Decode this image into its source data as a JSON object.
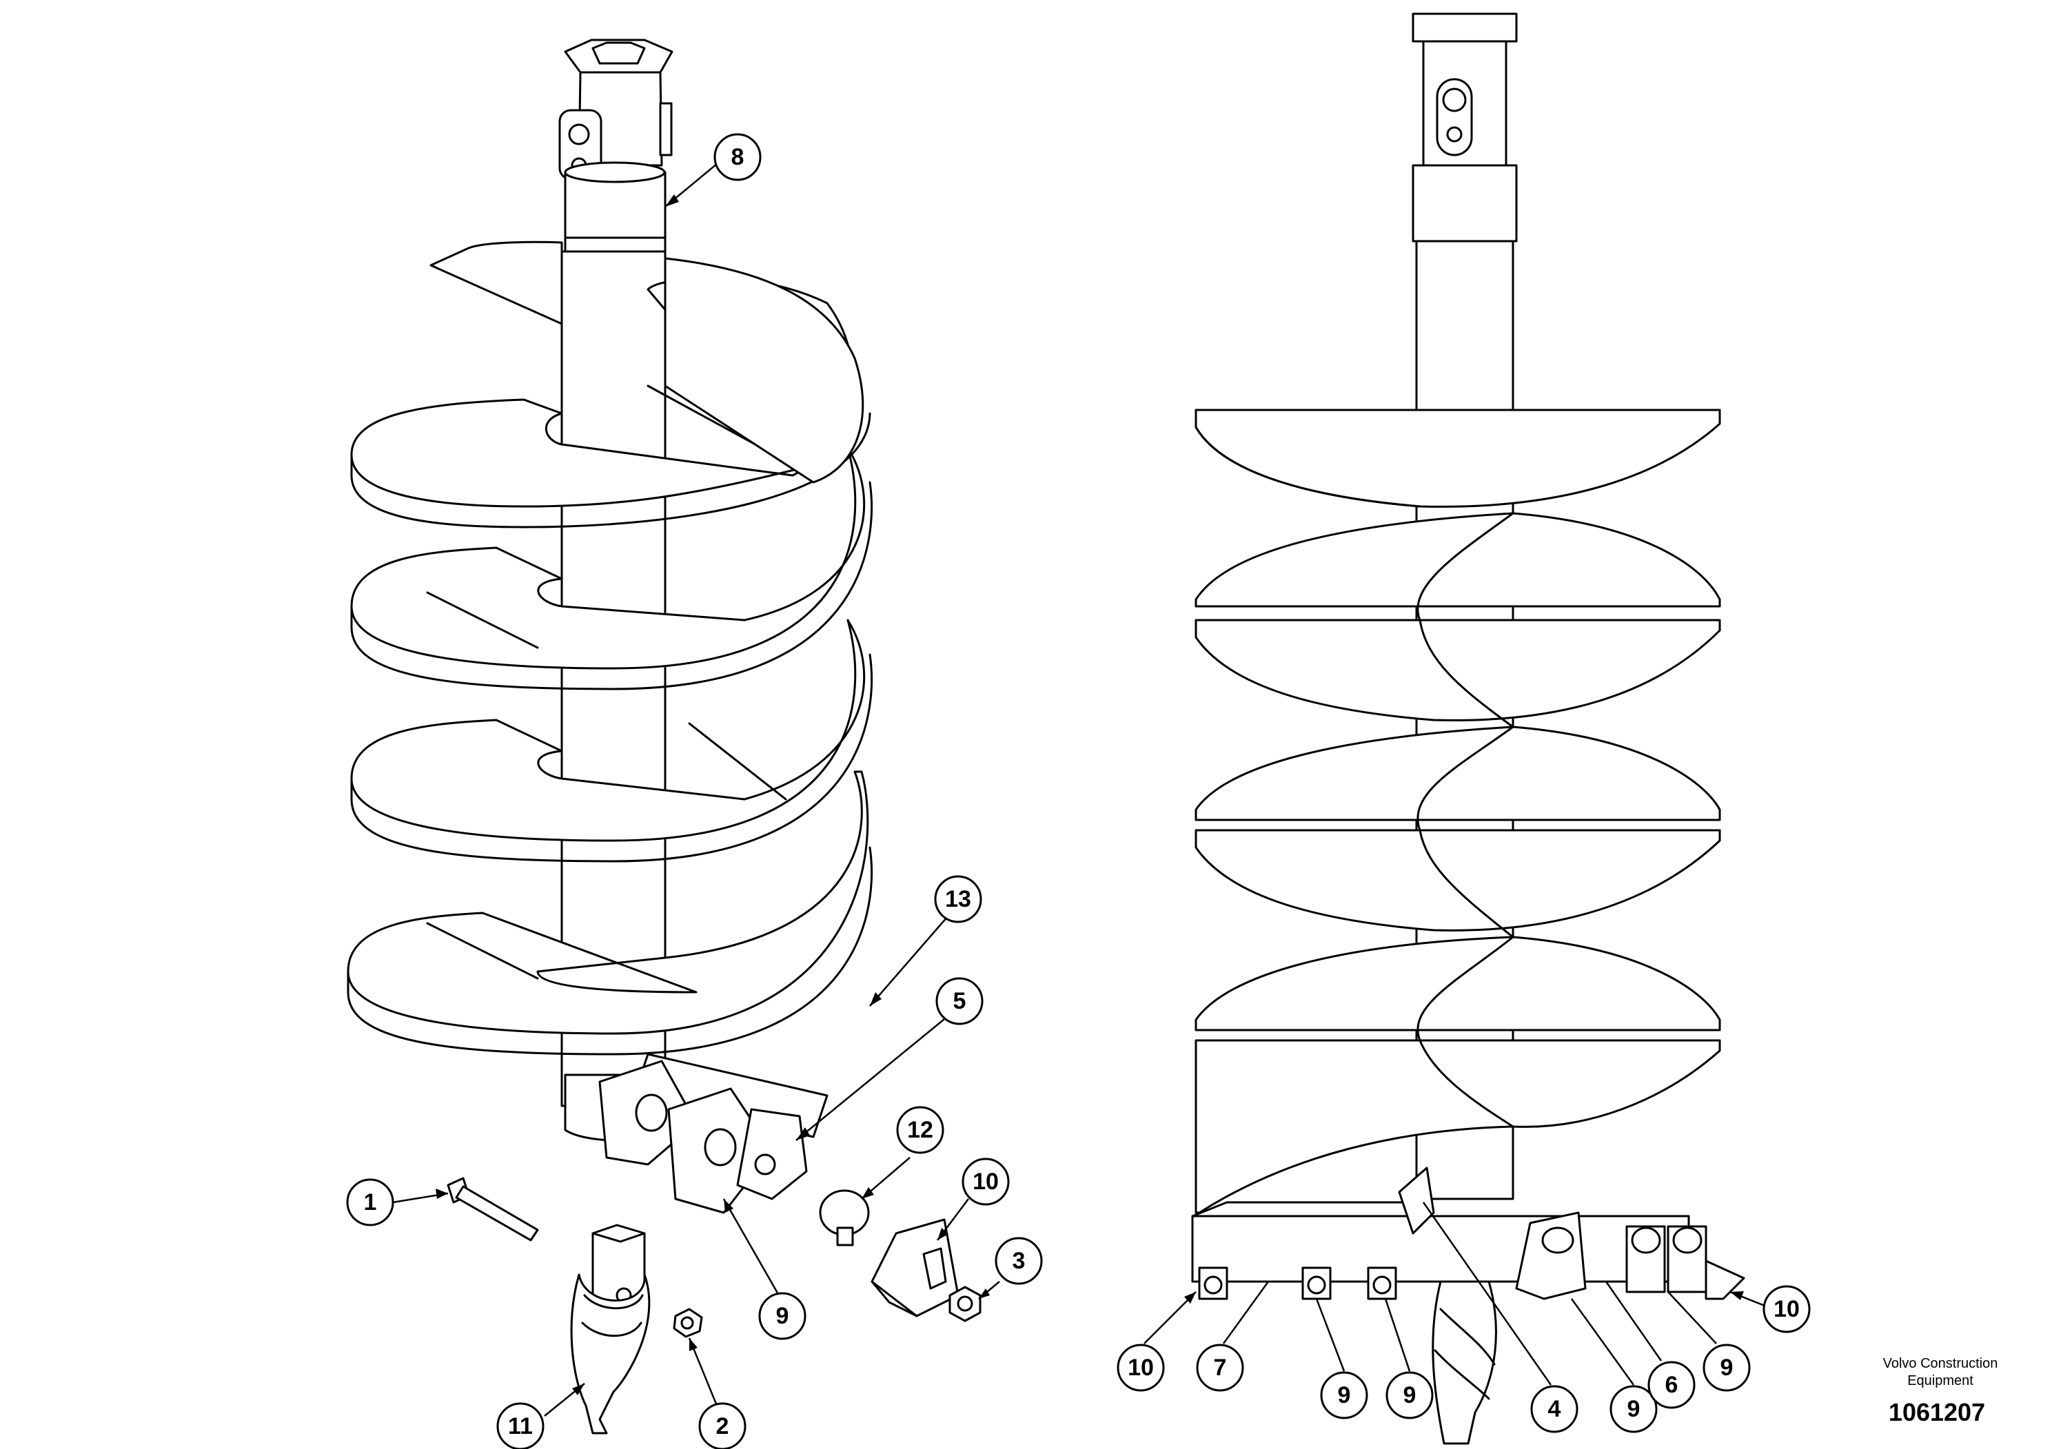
{
  "callouts": {
    "left": {
      "c1": "1",
      "c2": "2",
      "c3": "3",
      "c5": "5",
      "c8": "8",
      "c9": "9",
      "c10": "10",
      "c11": "11",
      "c12": "12",
      "c13": "13"
    },
    "right": {
      "c4": "4",
      "c6": "6",
      "c7": "7",
      "c9a": "9",
      "c9b": "9",
      "c9c": "9",
      "c9d": "9",
      "c10a": "10",
      "c10b": "10"
    }
  },
  "footer": {
    "brand_line1": "Volvo Construction",
    "brand_line2": "Equipment",
    "drawing_number": "1061207"
  }
}
